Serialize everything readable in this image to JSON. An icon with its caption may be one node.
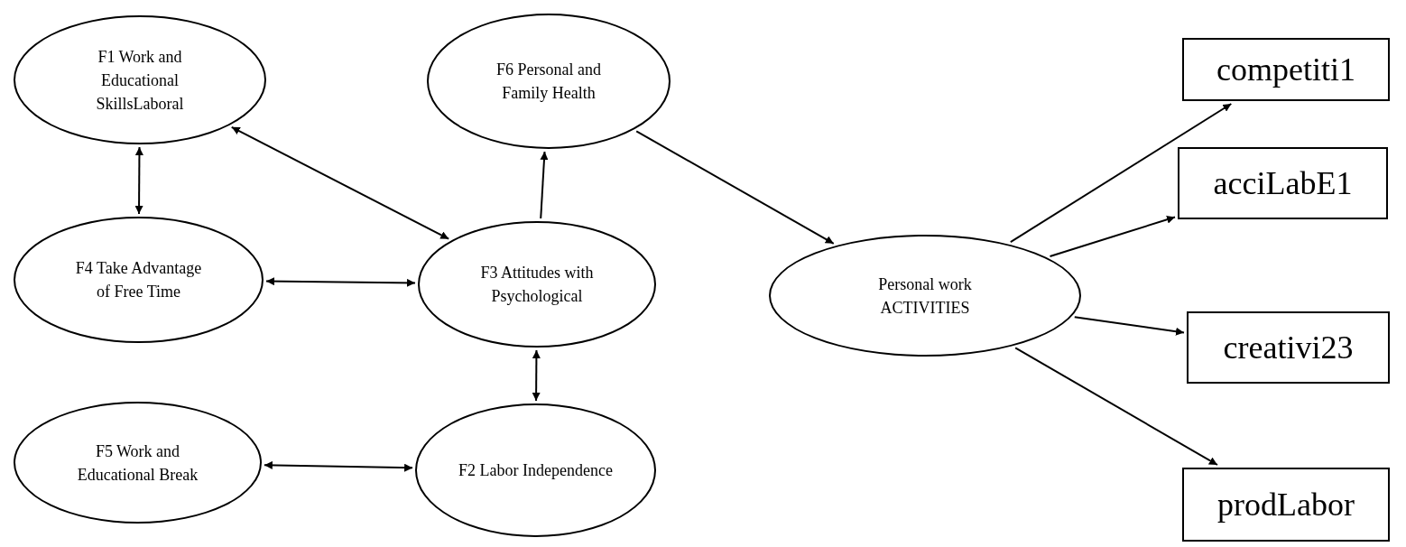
{
  "diagram": {
    "nodes": [
      {
        "text": [
          "F1 Work and Educational SkillsLaboral"
        ]
      },
      {
        "text": [
          "F6 Personal and Family Health"
        ]
      },
      {
        "text": [
          "F4 Take Advantage of Free Time"
        ]
      },
      {
        "text": [
          "F3 Attitudes with Psychological"
        ]
      },
      {
        "text": [
          "Personal work ACTIVITIES"
        ]
      },
      {
        "text": [
          "F5 Work and Educational Break"
        ]
      },
      {
        "text": [
          "F2 Labor Independence"
        ]
      },
      {
        "text": [
          "competiti1"
        ]
      },
      {
        "text": [
          "acciLabE1"
        ]
      },
      {
        "text": [
          "creativi23"
        ]
      },
      {
        "text": [
          "prodLabor"
        ]
      }
    ],
    "edges": [
      {
        "from": 0,
        "to": 2,
        "arrow": "both"
      },
      {
        "from": 0,
        "to": 3,
        "arrow": "both"
      },
      {
        "from": 2,
        "to": 3,
        "arrow": "both"
      },
      {
        "from": 3,
        "to": 1,
        "arrow": "to"
      },
      {
        "from": 3,
        "to": 6,
        "arrow": "both"
      },
      {
        "from": 5,
        "to": 6,
        "arrow": "both"
      },
      {
        "from": 1,
        "to": 4,
        "arrow": "to"
      },
      {
        "from": 4,
        "to": 7,
        "arrow": "to"
      },
      {
        "from": 4,
        "to": 8,
        "arrow": "to"
      },
      {
        "from": 4,
        "to": 9,
        "arrow": "to"
      },
      {
        "from": 4,
        "to": 10,
        "arrow": "to"
      }
    ]
  }
}
